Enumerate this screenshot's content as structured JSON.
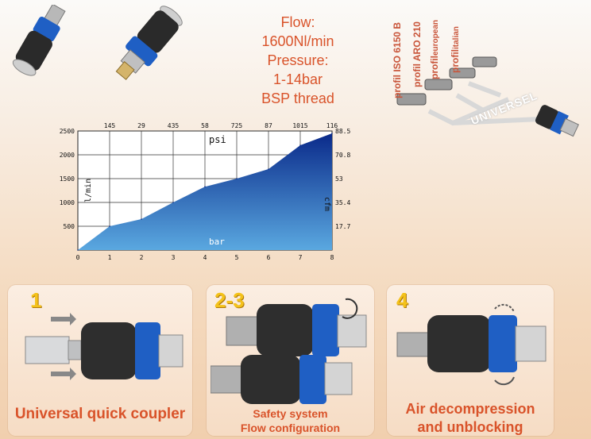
{
  "specs": {
    "flow_label": "Flow:",
    "flow_value": "1600Nl/min",
    "pressure_label": "Pressure:",
    "pressure_value": "1-14bar",
    "thread": "BSP thread"
  },
  "profiles": {
    "items": [
      {
        "prefix": "profil",
        "name": "ISO 6150 B"
      },
      {
        "prefix": "profil",
        "name": "ARO 210"
      },
      {
        "prefix": "profil",
        "name": "european"
      },
      {
        "prefix": "profil",
        "name": "italian"
      }
    ],
    "universal_label": "UNIVERSEL"
  },
  "chart_data": {
    "type": "area",
    "x_label": "bar",
    "top_axis_label": "psi",
    "y_label": "l/min",
    "right_axis_label": "cfm",
    "x_ticks": [
      "0",
      "1",
      "2",
      "3",
      "4",
      "5",
      "6",
      "7",
      "8"
    ],
    "top_ticks": [
      "145",
      "29",
      "435",
      "58",
      "725",
      "87",
      "1015",
      "116"
    ],
    "y_ticks": [
      "500",
      "1000",
      "1500",
      "2000",
      "2500"
    ],
    "right_ticks": [
      "17.7",
      "35.4",
      "53",
      "70.8",
      "88.5"
    ],
    "xlim": [
      0,
      8
    ],
    "ylim": [
      0,
      2500
    ],
    "x": [
      0,
      1,
      2,
      3,
      4,
      5,
      6,
      7,
      8
    ],
    "y": [
      0,
      500,
      650,
      1000,
      1330,
      1500,
      1700,
      2200,
      2450
    ],
    "grid": true,
    "colors": {
      "fill_top": "#0a2a8a",
      "fill_bottom": "#5aa8e0"
    }
  },
  "steps": [
    {
      "number": "1",
      "caption": "Universal quick coupler"
    },
    {
      "number": "2-3",
      "caption_line1": "Safety system",
      "caption_line2": "Flow configuration"
    },
    {
      "number": "4",
      "caption_line1": "Air decompression",
      "caption_line2": "and unblocking"
    }
  ],
  "colors": {
    "accent": "#d9532a",
    "coupler_blue": "#1f5fc4",
    "coupler_black": "#2a2a2a"
  }
}
